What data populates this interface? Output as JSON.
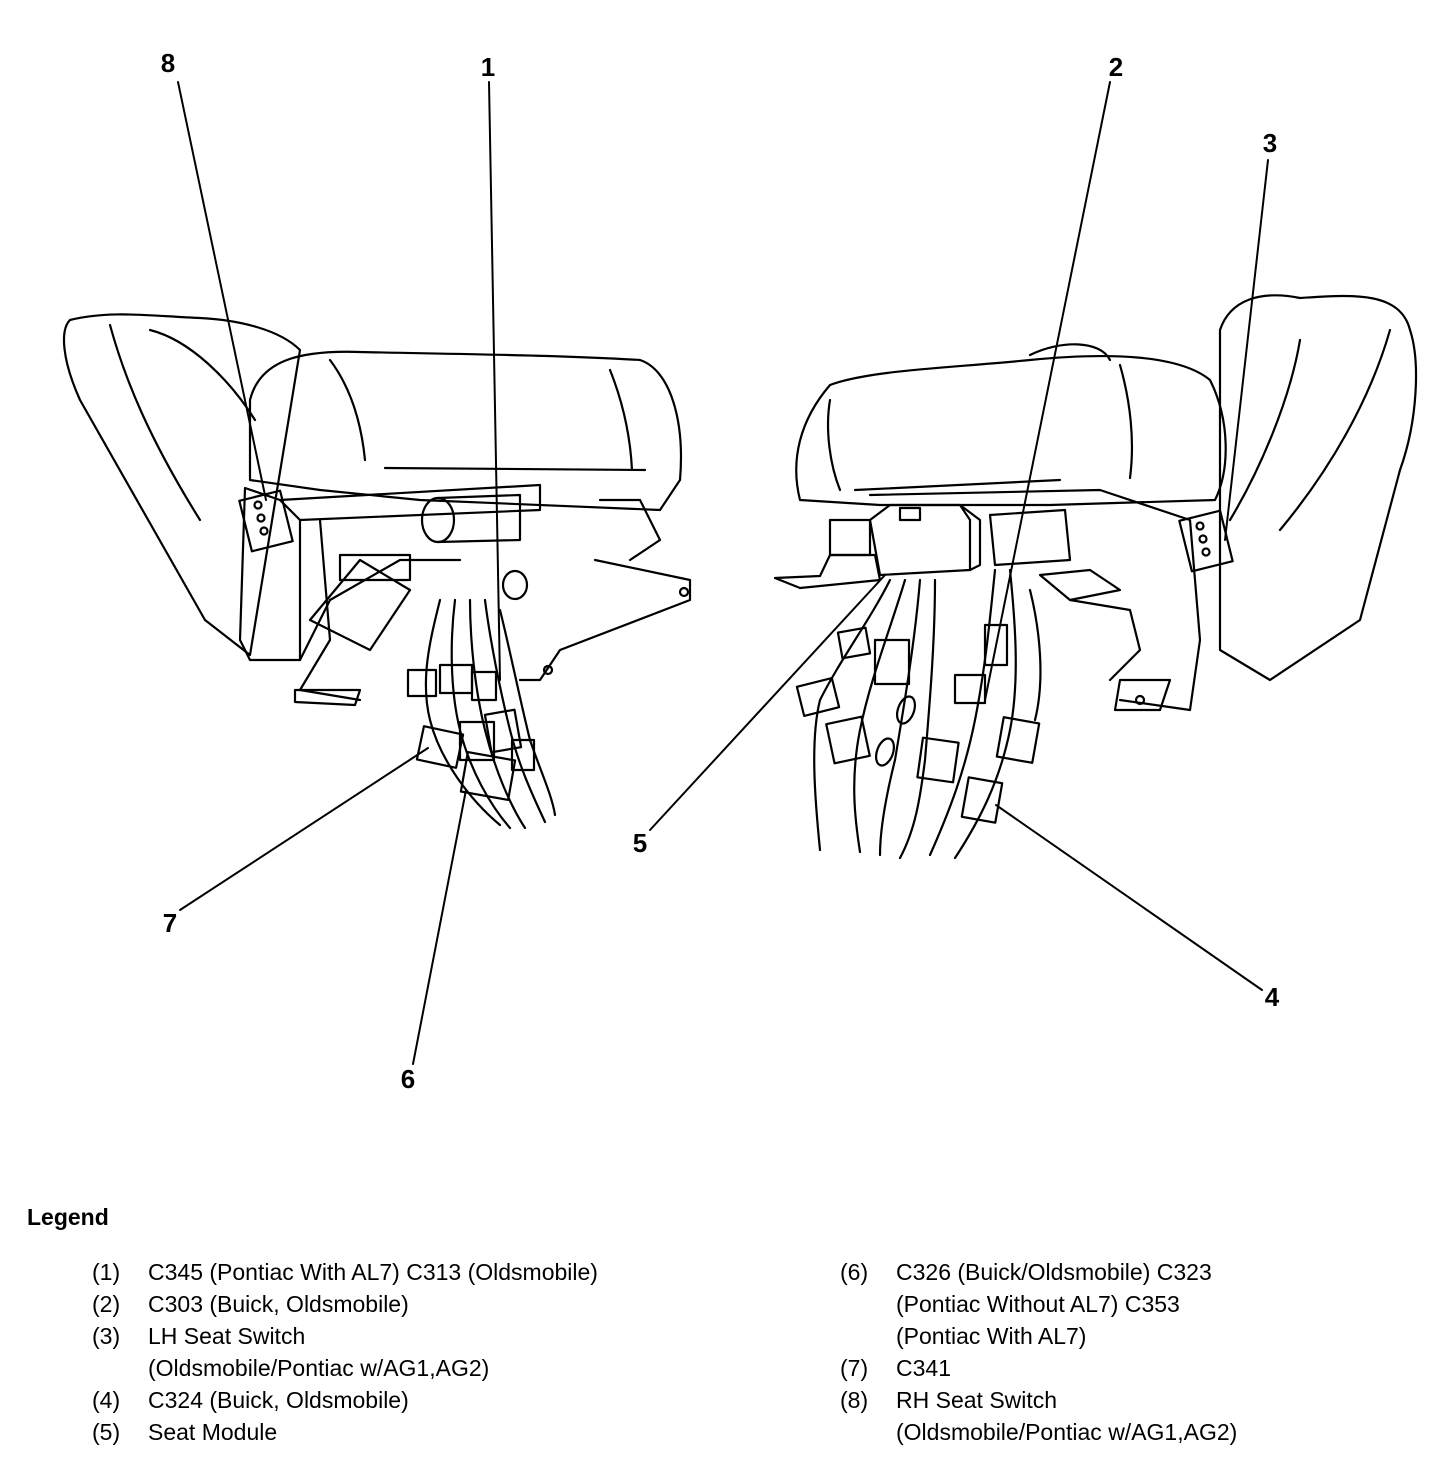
{
  "callouts": [
    "1",
    "2",
    "3",
    "4",
    "5",
    "6",
    "7",
    "8"
  ],
  "legend": {
    "title": "Legend",
    "items": [
      {
        "num": "(1)",
        "lines": [
          "C345 (Pontiac With AL7) C313 (Oldsmobile)"
        ]
      },
      {
        "num": "(2)",
        "lines": [
          "C303 (Buick, Oldsmobile)"
        ]
      },
      {
        "num": "(3)",
        "lines": [
          "LH Seat Switch",
          "(Oldsmobile/Pontiac w/AG1,AG2)"
        ]
      },
      {
        "num": "(4)",
        "lines": [
          "C324 (Buick, Oldsmobile)"
        ]
      },
      {
        "num": "(5)",
        "lines": [
          "Seat Module"
        ]
      },
      {
        "num": "(6)",
        "lines": [
          "C326 (Buick/Oldsmobile) C323",
          "(Pontiac Without AL7) C353",
          "(Pontiac With AL7)"
        ]
      },
      {
        "num": "(7)",
        "lines": [
          "C341"
        ]
      },
      {
        "num": "(8)",
        "lines": [
          "RH Seat Switch",
          "(Oldsmobile/Pontiac w/AG1,AG2)"
        ]
      }
    ]
  }
}
